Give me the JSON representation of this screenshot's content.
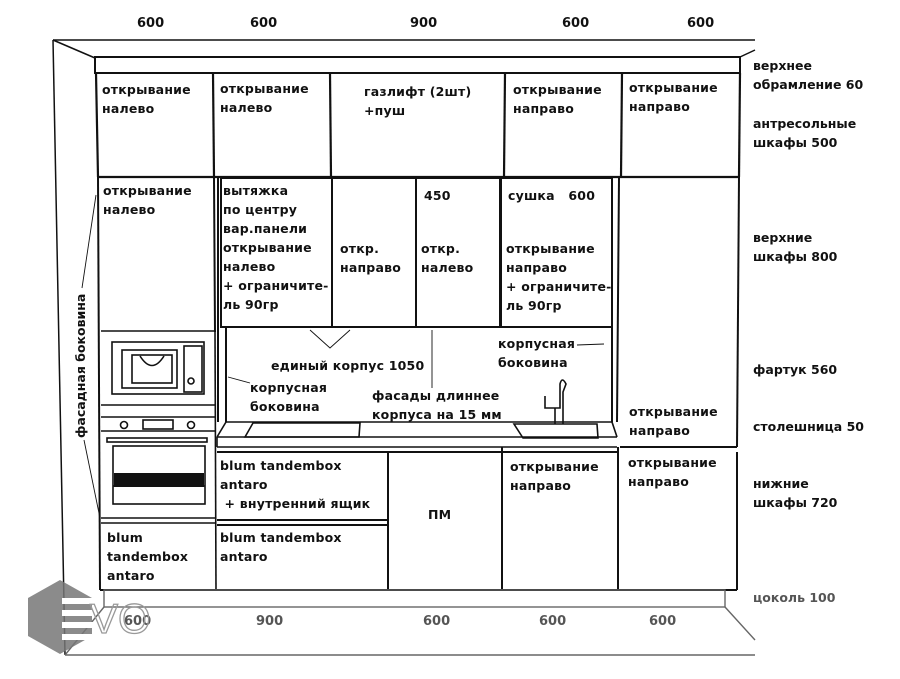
{
  "top_dimensions": [
    "600",
    "600",
    "900",
    "600",
    "600"
  ],
  "bottom_dimensions": [
    "600",
    "900",
    "600",
    "600",
    "600"
  ],
  "right_labels": {
    "top_frame": "верхнее\nобрамление 60",
    "mezzanine": "антресольные\nшкафы 500",
    "upper": "верхние\nшкафы 800",
    "backsplash": "фартук 560",
    "countertop": "столешница 50",
    "lower": "нижние\nшкафы 720",
    "plinth": "цоколь 100"
  },
  "mezzanine": [
    "открывание\nналево",
    "открывание\nналево",
    "газлифт (2шт)\n+пуш",
    "открывание\nнаправо",
    "открывание\nнаправо"
  ],
  "upper": {
    "left": "открывание\nналево",
    "hood": "вытяжка\nпо центру\nвар.панели\nоткрывание\nналево\n+ ограничите-\nль 90гр",
    "c3": "откр.\nнаправо",
    "c4_size": "450",
    "c4": "откр.\nналево",
    "dryer_title": "сушка   600",
    "dryer": "открывание\nнаправо\n+ ограничите-\nль 90гр",
    "tall_right": "открывание\nнаправо"
  },
  "annotations": {
    "single_body": "единый корпус 1050",
    "body_side_left": "корпусная\nбоковина",
    "body_side_right": "корпусная\nбоковина",
    "facades_longer": "фасады длиннее\nкорпуса на 15 мм",
    "facade_side": "фасадная боковина"
  },
  "lower": {
    "left_drawer": "blum\ntandembox\nantaro",
    "drawer_top": "blum tandembox\nantaro\n + внутренний ящик",
    "drawer_bottom": "blum tandembox\nantaro",
    "dishwasher": "ПМ",
    "c4": "открывание\nнаправо",
    "c5": "открывание\nнаправо"
  },
  "logo_text": "EVO"
}
